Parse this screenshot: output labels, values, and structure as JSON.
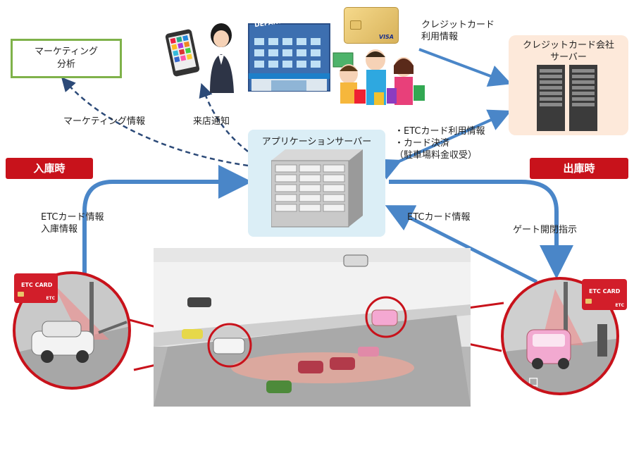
{
  "marketing_box": {
    "line1": "マーケティング",
    "line2": "分析"
  },
  "credit_company": {
    "line1": "クレジットカード会社",
    "line2": "サーバー"
  },
  "app_server": {
    "label": "アプリケーションサーバー"
  },
  "tags": {
    "entry": "入庫時",
    "exit": "出庫時"
  },
  "flows": {
    "marketing_info": "マーケティング情報",
    "visit_notice": "来店通知",
    "credit_usage_line1": "クレジットカード",
    "credit_usage_line2": "利用情報",
    "etc_usage_line1": "・ETCカード利用情報",
    "etc_usage_line2": "・カード決済",
    "etc_usage_line3": "（駐車場料金収受）",
    "etc_card_info_entry_line1": "ETCカード情報",
    "etc_card_info_entry_line2": "入庫情報",
    "etc_card_info_exit": "ETCカード情報",
    "gate_instruction": "ゲート開閉指示"
  },
  "store_sign": "DEPARTMENT STORE",
  "card_labels": {
    "etc_card": "ETC CARD",
    "etc_small": "ETC",
    "visa": "VISA"
  },
  "colors": {
    "arrow_blue": "#4a86c8",
    "dash_navy": "#2c4a78",
    "tag_red": "#c8121b",
    "green_border": "#7fb24a",
    "circle_red": "#c8121b"
  }
}
